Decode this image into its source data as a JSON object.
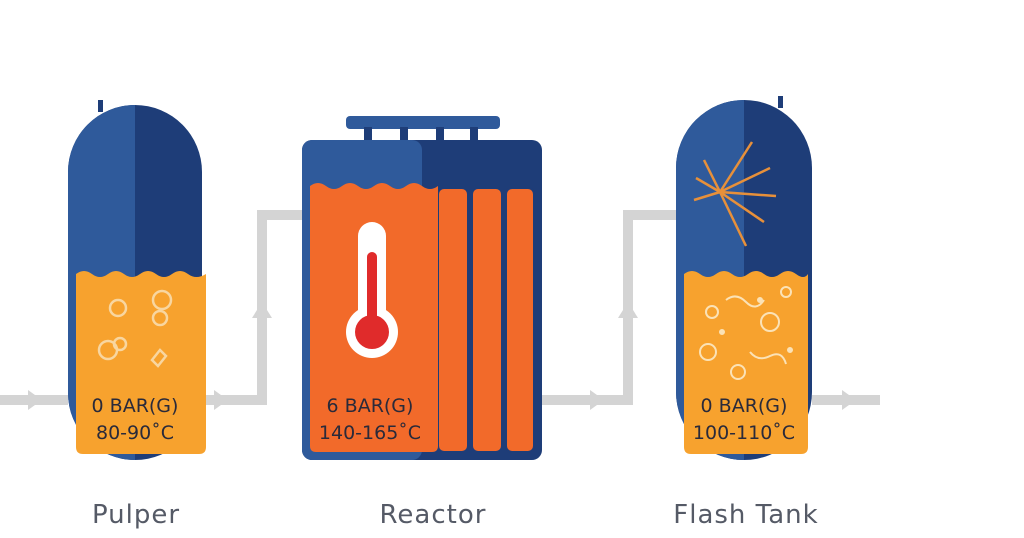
{
  "vessels": [
    {
      "name": "Pulper",
      "pressure": "0 BAR(G)",
      "temperature": "80-90˚C"
    },
    {
      "name": "Reactor",
      "pressure": "6 BAR(G)",
      "temperature": "140-165˚C"
    },
    {
      "name": "Flash Tank",
      "pressure": "0 BAR(G)",
      "temperature": "100-110˚C"
    }
  ],
  "colors": {
    "tank_dark": "#1e3d78",
    "tank_mid": "#2f5a9b",
    "fill_orange": "#f7a22e",
    "reactor_orange": "#f26a2a",
    "pipe": "#d4d4d4",
    "thermometer_red": "#e02b2b",
    "label_text": "#555a66"
  }
}
